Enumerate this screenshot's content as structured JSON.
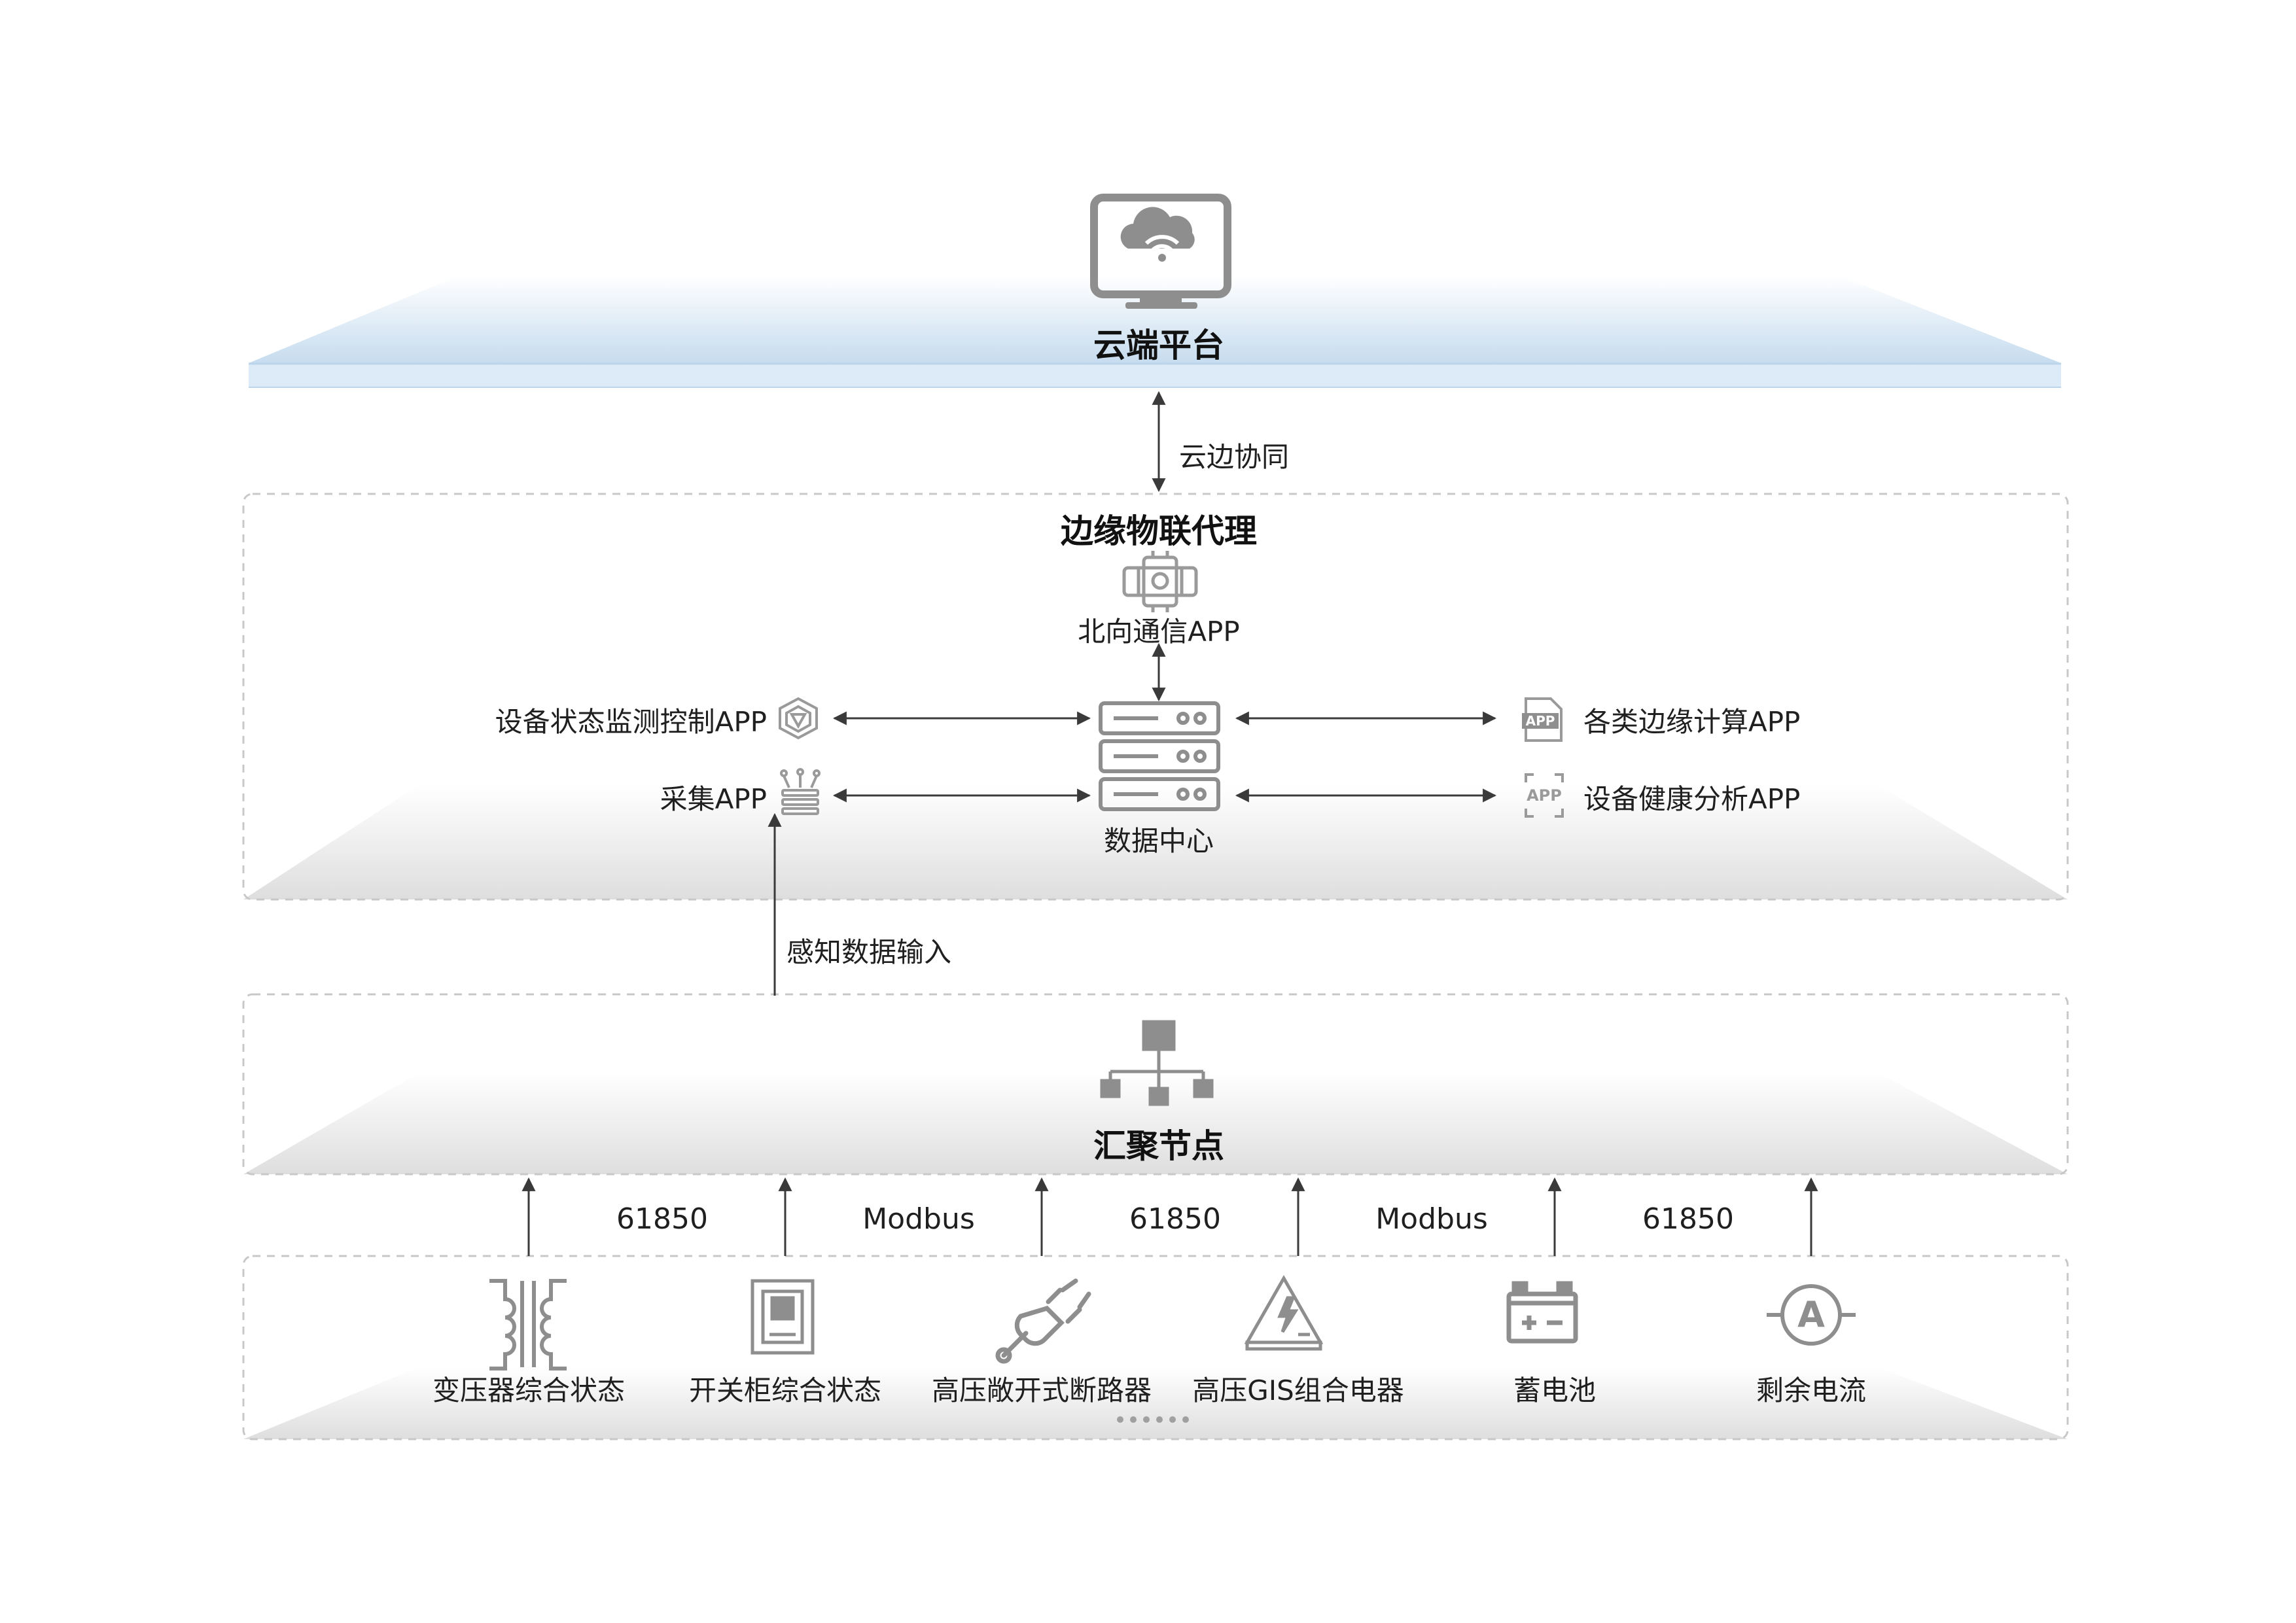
{
  "cloud": {
    "title": "云端平台"
  },
  "cloud_edge_link": {
    "label": "云边协同"
  },
  "edge": {
    "title": "边缘物联代理",
    "north_app": "北向通信APP",
    "data_center": "数据中心",
    "left_apps": [
      "设备状态监测控制APP",
      "采集APP"
    ],
    "right_apps": [
      "各类边缘计算APP",
      "设备健康分析APP"
    ],
    "app_badge_text": "APP"
  },
  "sensing_link": {
    "label": "感知数据输入"
  },
  "aggregation": {
    "title": "汇聚节点"
  },
  "protocols": [
    "61850",
    "Modbus",
    "61850",
    "Modbus",
    "61850"
  ],
  "devices": [
    "变压器综合状态",
    "开关柜综合状态",
    "高压敞开式断路器",
    "高压GIS组合电器",
    "蓄电池",
    "剩余电流"
  ],
  "icons": {
    "cloud_platform": "monitor-cloud-wifi-icon",
    "north_app": "communication-module-icon",
    "data_center": "server-rack-icon",
    "monitor_control_app": "hexagon-app-icon",
    "collect_app": "collector-icon",
    "edge_compute_app": "app-file-icon",
    "health_app": "app-frame-icon",
    "aggregation": "network-hierarchy-icon",
    "transformer": "transformer-icon",
    "switchgear": "switchgear-icon",
    "breaker": "plug-icon",
    "gis": "high-voltage-warning-icon",
    "battery": "battery-icon",
    "residual_current": "ammeter-icon"
  },
  "colors": {
    "icon_gray": "#8e8e8e",
    "line": "#444444",
    "cloud_blue": "#cfe3f2",
    "dashed": "#c8c8c8"
  }
}
